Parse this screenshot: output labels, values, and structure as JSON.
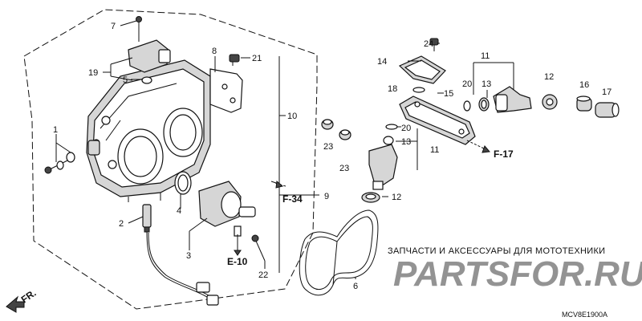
{
  "diagram": {
    "code": "MCV8E1900A",
    "orientation_label": "FR.",
    "callouts": [
      "1",
      "2",
      "3",
      "4",
      "5",
      "6",
      "7",
      "8",
      "9",
      "10",
      "11",
      "12",
      "13",
      "14",
      "15",
      "16",
      "17",
      "18",
      "19",
      "20",
      "21",
      "22",
      "23",
      "24"
    ],
    "references": [
      "F-34",
      "E-10",
      "F-17"
    ],
    "watermark": {
      "text": "ЗАПЧАСТИ И АКСЕССУАРЫ ДЛЯ МОТОТЕХНИКИ",
      "logo": "PARTSFOR.RU"
    }
  }
}
